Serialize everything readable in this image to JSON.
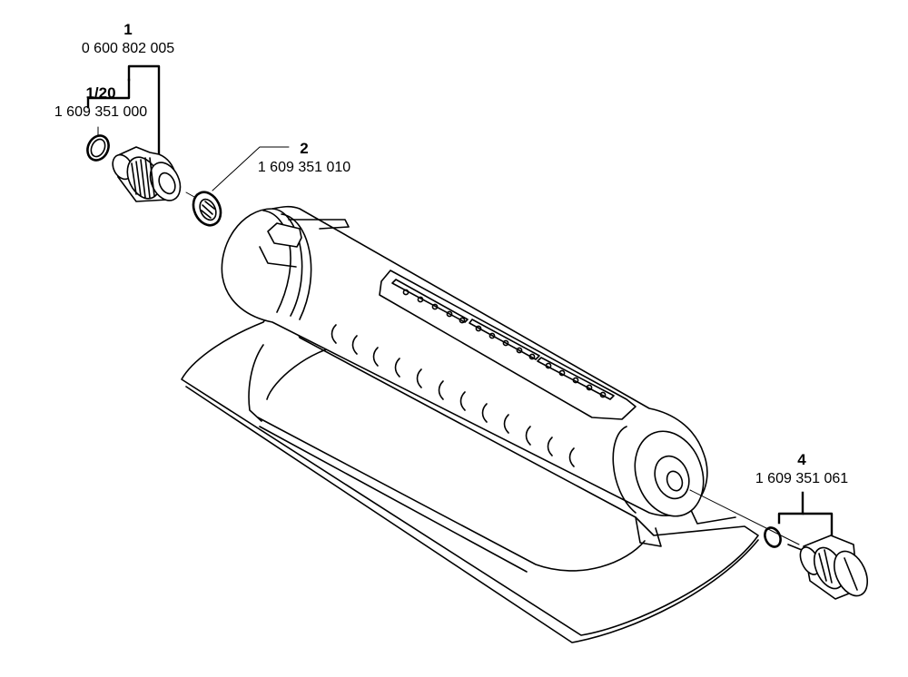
{
  "callouts": [
    {
      "number": "1",
      "part_number": "0 600 802 005"
    },
    {
      "number": "1/20",
      "part_number": "1 609 351 000"
    },
    {
      "number": "2",
      "part_number": "1 609 351 010"
    },
    {
      "number": "4",
      "part_number": "1 609 351 061"
    }
  ]
}
